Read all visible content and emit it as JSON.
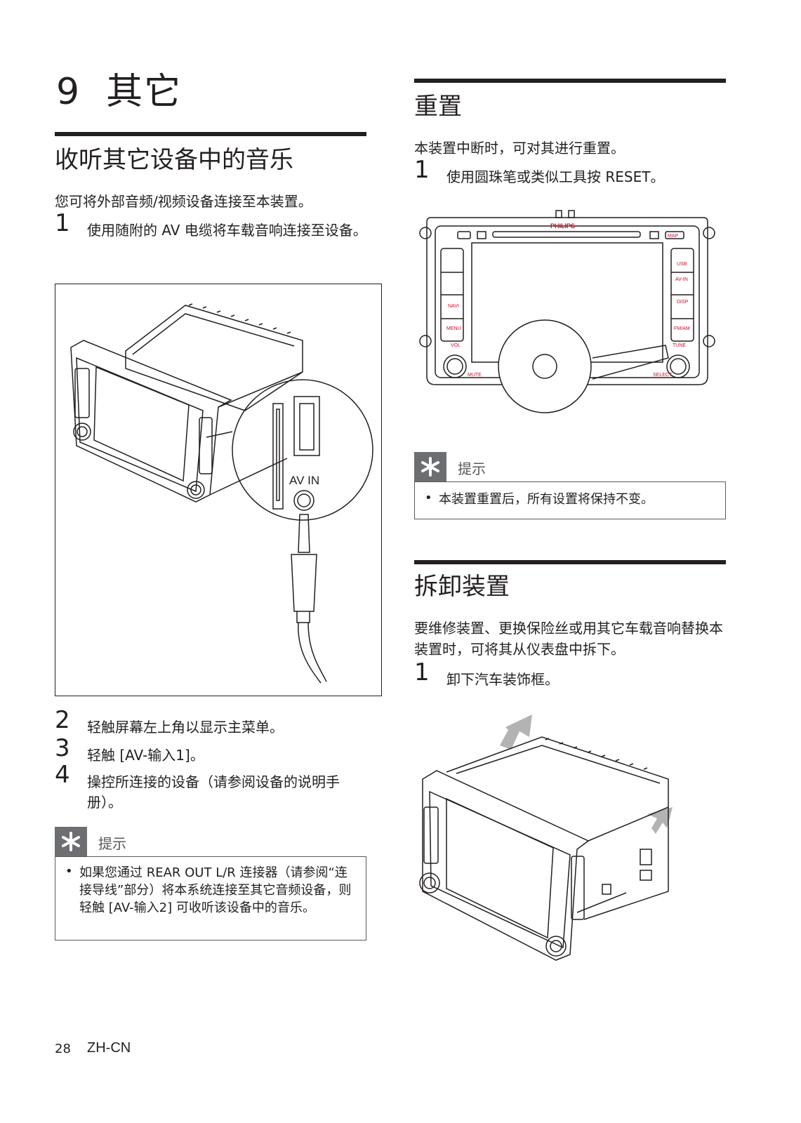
{
  "chapter": {
    "number": "9",
    "title": "其它"
  },
  "left": {
    "section_title": "收听其它设备中的音乐",
    "intro": "您可将外部音频/视频设备连接至本装置。",
    "steps": [
      {
        "n": "1",
        "text": "使用随附的 AV 电缆将车载音响连接至设备。"
      },
      {
        "n": "2",
        "text": "轻触屏幕左上角以显示主菜单。"
      },
      {
        "n": "3",
        "text": "轻触 [AV-输入1]。"
      },
      {
        "n": "4",
        "text": "操控所连接的设备（请参阅设备的说明手册）。"
      }
    ],
    "figure_label": "AV IN",
    "tip_label": "提示",
    "tip_text": "如果您通过 REAR OUT L/R 连接器（请参阅“连接导线”部分）将本系统连接至其它音频设备，则轻触 [AV-输入2] 可收听该设备中的音乐。"
  },
  "right": {
    "reset_title": "重置",
    "reset_intro": "本装置中断时，可对其进行重置。",
    "reset_step": {
      "n": "1",
      "text": "使用圆珠笔或类似工具按 RESET。"
    },
    "device": {
      "brand": "PHILIPS",
      "left_buttons": [
        "NAVI",
        "MENU"
      ],
      "right_buttons": [
        "USB",
        "AV-IN",
        "DISP",
        "FM/AM"
      ],
      "knob_left": "VOL",
      "knob_right": "TUNE",
      "mute": "MUTE",
      "select": "SELECT",
      "map": "MAP"
    },
    "tip_label": "提示",
    "tip_text": "本装置重置后，所有设置将保持不变。",
    "remove_title": "拆卸装置",
    "remove_intro": "要维修装置、更换保险丝或用其它车载音响替换本装置时，可将其从仪表盘中拆下。",
    "remove_step": {
      "n": "1",
      "text": "卸下汽车装饰框。"
    }
  },
  "footer": {
    "page": "28",
    "lang": "ZH-CN"
  }
}
